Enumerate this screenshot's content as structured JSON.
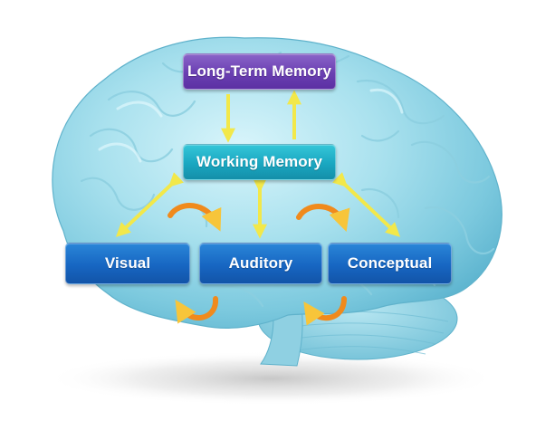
{
  "diagram": {
    "long_term_memory": "Long-Term Memory",
    "working_memory": "Working Memory",
    "visual": "Visual",
    "auditory": "Auditory",
    "conceptual": "Conceptual"
  },
  "colors": {
    "long_term_memory_box": "#6a3fb2",
    "working_memory_box": "#1aa7c1",
    "modality_box": "#1766c2",
    "yellow_arrow": "#f2e84a",
    "orange_loop_arrow": "#f08a1c",
    "brain": "#8fd3e4"
  },
  "icons": {
    "background": "brain-illustration",
    "connectors": "bidirectional-arrow",
    "loops": "curved-loop-arrow"
  }
}
